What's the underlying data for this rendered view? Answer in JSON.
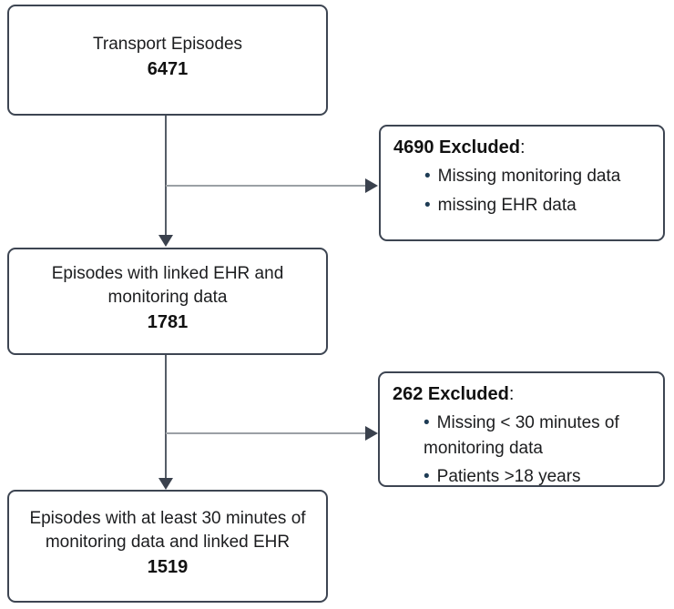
{
  "glyphs": {
    "bullet": "•"
  },
  "colors": {
    "page-bg": "#ffffff",
    "box-border": "#3d4552",
    "text": "#1c1d1f",
    "bullet": "#1e3c55",
    "v-line": "#565d67",
    "h-line": "#9ba0a5",
    "arrow": "#3a414d"
  },
  "flow_boxes": [
    {
      "label": "Transport Episodes",
      "count": "6471"
    },
    {
      "label": "Episodes with linked EHR and monitoring data",
      "count": "1781"
    },
    {
      "label": "Episodes with at least 30 minutes of monitoring data and linked EHR",
      "count": "1519"
    }
  ],
  "exclusion_boxes": [
    {
      "heading": "4690 Excluded",
      "heading_suffix": ":",
      "items": [
        "Missing monitoring data",
        "missing EHR data"
      ]
    },
    {
      "heading": "262 Excluded",
      "heading_suffix": ":",
      "items": [
        "Missing < 30 minutes of monitoring data",
        "Patients >18 years"
      ]
    }
  ]
}
